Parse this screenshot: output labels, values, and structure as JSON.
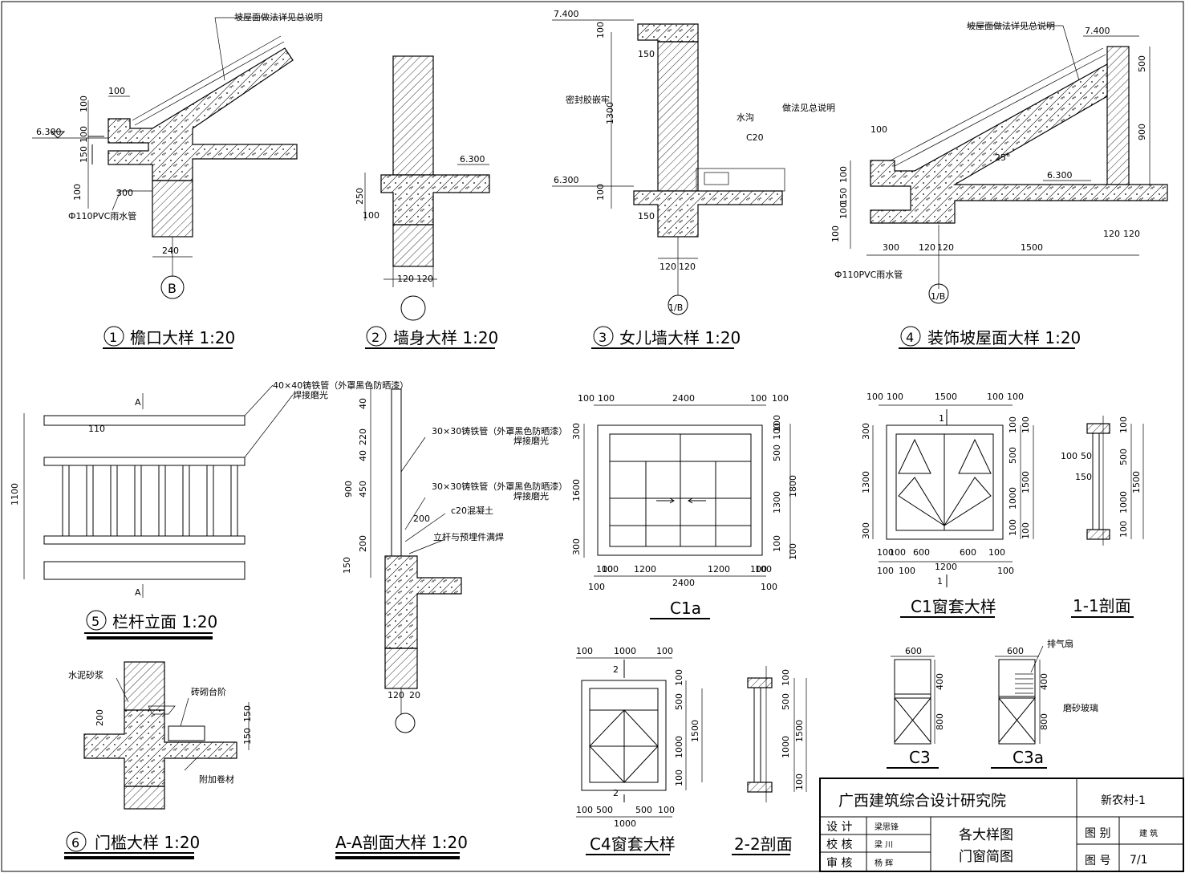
{
  "details": {
    "d1": {
      "num": "1",
      "title": "檐口大样 1:20",
      "note": "坡屋面做法详见总说明",
      "level": "6.300",
      "pipe": "Ф110PVC雨水管",
      "dims": [
        "100",
        "100",
        "100",
        "150",
        "100",
        "300",
        "240"
      ],
      "axis": "B"
    },
    "d2": {
      "num": "2",
      "title": "墙身大样 1:20",
      "level": "6.300",
      "dims": [
        "250",
        "100",
        "120",
        "120"
      ]
    },
    "d3": {
      "num": "3",
      "title": "女儿墙大样 1:20",
      "level_top": "7.400",
      "level_mid": "6.300",
      "note_seal": "密封胶嵌牢",
      "note_gutter": "水沟",
      "note_c20": "C20",
      "note_ref": "做法见总说明",
      "dims": [
        "100",
        "150",
        "1300",
        "100",
        "150",
        "120",
        "120"
      ],
      "axis": "1/B"
    },
    "d4": {
      "num": "4",
      "title": "装饰坡屋面大样 1:20",
      "note": "坡屋面做法详见总说明",
      "level_top": "7.400",
      "level_mid": "6.300",
      "pipe": "Ф110PVC雨水管",
      "angle": "25°",
      "dims": [
        "100",
        "100",
        "150",
        "100",
        "100",
        "300",
        "120",
        "120",
        "1500",
        "120",
        "120",
        "500",
        "900"
      ],
      "axis": "1/B"
    }
  },
  "railing": {
    "num": "5",
    "title": "栏杆立面 1:20",
    "section_mark": "A",
    "dim_height": "1100",
    "dim_gap": "110",
    "note1": "40×40铸铁管（外罩黑色防晒漆）",
    "note1b": "焊接磨光",
    "note2": "30×30铸铁管（外罩黑色防晒漆）",
    "note2b": "焊接磨光",
    "note3": "30×30铸铁管（外罩黑色防晒漆）",
    "note3b": "焊接磨光",
    "note4": "c20混凝土",
    "note5": "立杆与预埋件满焊",
    "section_title": "A-A剖面大样 1:20",
    "section_dims": [
      "40",
      "220",
      "40",
      "450",
      "200",
      "150",
      "900",
      "200",
      "120",
      "20"
    ]
  },
  "door_sill": {
    "num": "6",
    "title": "门槛大样 1:20",
    "note1": "水泥砂浆",
    "note2": "砖砌台阶",
    "note3": "附加卷材",
    "dims": [
      "200",
      "150",
      "150"
    ]
  },
  "windows": {
    "c1a": {
      "label": "C1a",
      "dims_top": [
        "100",
        "100",
        "2400",
        "100",
        "100"
      ],
      "dims_bottom": [
        "100",
        "100",
        "1200",
        "1200",
        "100",
        "100",
        "2400",
        "100",
        "100"
      ],
      "dims_left": [
        "300",
        "1600",
        "300"
      ],
      "dims_right": [
        "100",
        "100",
        "500",
        "1300",
        "1800",
        "100",
        "100"
      ]
    },
    "c1": {
      "label": "C1窗套大样",
      "section_mark": "1",
      "dims_top": [
        "100",
        "100",
        "1500",
        "100",
        "100"
      ],
      "dims_bottom": [
        "100",
        "100",
        "600",
        "600",
        "100",
        "100",
        "1200",
        "100",
        "100"
      ],
      "dims_left": [
        "300",
        "1300",
        "300"
      ],
      "dims_right": [
        "100",
        "100",
        "500",
        "1000",
        "1500",
        "100",
        "100"
      ]
    },
    "sec11": {
      "label": "1-1剖面",
      "dims": [
        "100",
        "50",
        "150",
        "100",
        "500",
        "1000",
        "1500",
        "100"
      ]
    },
    "c4": {
      "label": "C4窗套大样",
      "section_mark": "2",
      "dims_top": [
        "100",
        "1000",
        "100"
      ],
      "dims_bottom": [
        "100",
        "500",
        "500",
        "100",
        "1000"
      ],
      "dims_right": [
        "100",
        "500",
        "1000",
        "1500",
        "100"
      ]
    },
    "sec22": {
      "label": "2-2剖面",
      "dims": [
        "100",
        "500",
        "1000",
        "1500",
        "100"
      ]
    },
    "c3": {
      "label": "C3",
      "dims": [
        "600",
        "400",
        "800"
      ]
    },
    "c3a": {
      "label": "C3a",
      "dims": [
        "600",
        "400",
        "800"
      ],
      "note_fan": "排气扇",
      "note_glass": "磨砂玻璃"
    }
  },
  "title_block": {
    "institute": "广西建筑综合设计研究院",
    "project": "新农村-1",
    "role1": "设  计",
    "name1": "梁思锋",
    "role2": "校  核",
    "name2": "梁 川",
    "role3": "审  核",
    "name3": "杨 辉",
    "drawing_title1": "各大样图",
    "drawing_title2": "门窗简图",
    "cat_label": "图  别",
    "cat_value": "建  筑",
    "no_label": "图  号",
    "no_value": "7/1"
  }
}
